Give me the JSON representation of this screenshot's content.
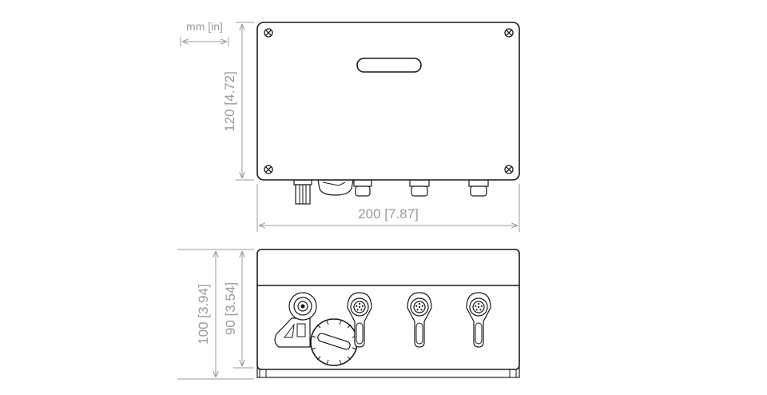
{
  "units_label": "mm [in]",
  "dimensions": {
    "top_height": "120 [4.72]",
    "top_width": "200 [7.87]",
    "front_total_height": "100 [3.94]",
    "front_body_height": "90 [3.54]"
  },
  "colors": {
    "dimension": "#9a9a9a",
    "outline": "#1a1a1a"
  }
}
